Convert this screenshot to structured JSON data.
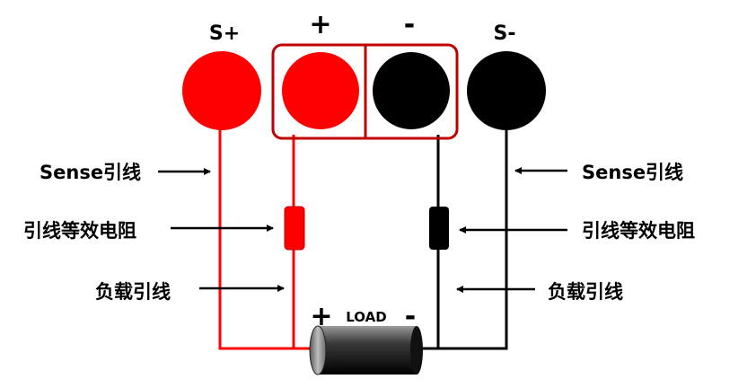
{
  "colors": {
    "red": "#ff0000",
    "dark_red": "#c00000",
    "black": "#000000",
    "white": "#ffffff"
  },
  "terminals": {
    "sense_plus": "S+",
    "plus": "+",
    "minus": "-",
    "sense_minus": "S-"
  },
  "labels": {
    "sense_wire_left": "Sense引线",
    "sense_wire_right": "Sense引线",
    "lead_resistance_left": "引线等效电阻",
    "lead_resistance_right": "引线等效电阻",
    "load_wire_left": "负载引线",
    "load_wire_right": "负载引线"
  },
  "load": {
    "label": "LOAD",
    "plus": "+",
    "minus": "-"
  }
}
